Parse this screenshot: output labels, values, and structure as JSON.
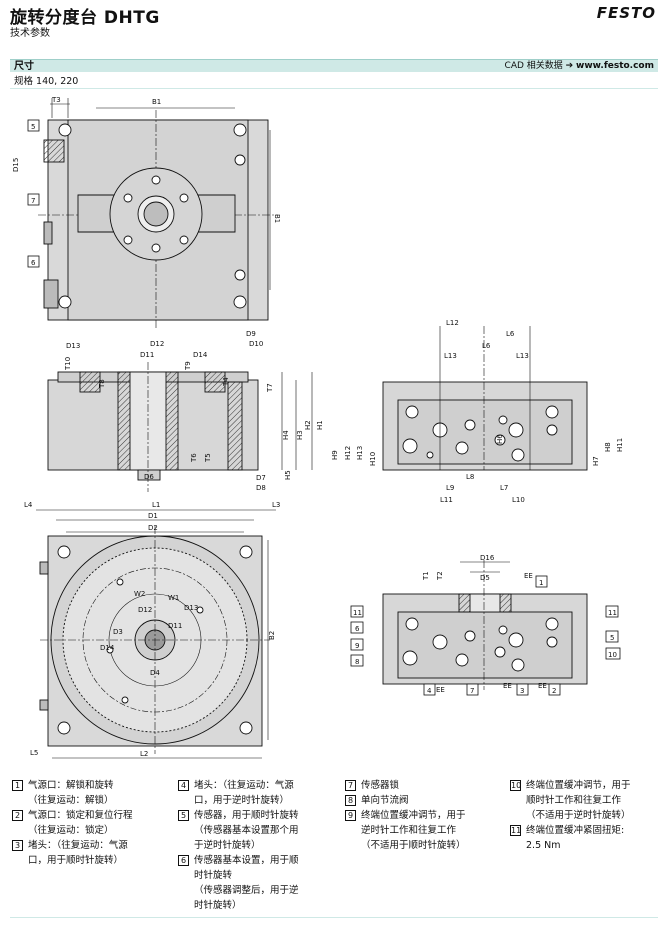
{
  "header": {
    "title": "旋转分度台 DHTG",
    "subtitle": "技术参数",
    "brand": "FESTO"
  },
  "section": {
    "title": "尺寸",
    "cad_label": "CAD 相关数据 ➔ ",
    "cad_url": "www.festo.com",
    "size_line": "规格 140, 220"
  },
  "dims": {
    "T3": "T3",
    "B1": "B1",
    "D15": "D15",
    "B1v": "B1",
    "D13": "D13",
    "D12": "D12",
    "D11": "D11",
    "D14": "D14",
    "D9": "D9",
    "D10": "D10",
    "T10": "T10",
    "T8": "T8",
    "T9": "T9",
    "T4": "T4",
    "T7": "T7",
    "T6": "T6",
    "T5": "T5",
    "D6": "D6",
    "D7": "D7",
    "D8": "D8",
    "H1": "H1",
    "H2": "H2",
    "H3": "H3",
    "H4": "H4",
    "H5": "H5",
    "L12": "L12",
    "L6": "L6",
    "L13a": "L13",
    "L13b": "L13",
    "H9": "H9",
    "H12": "H12",
    "H13": "H13",
    "H10": "H10",
    "H6": "H6",
    "H7": "H7",
    "H8": "H8",
    "H11": "H11",
    "L8": "L8",
    "L9": "L9",
    "L7": "L7",
    "L11": "L11",
    "L10": "L10",
    "L4": "L4",
    "L1": "L1",
    "L3": "L3",
    "D1": "D1",
    "D2": "D2",
    "B2": "B2",
    "L5": "L5",
    "L2": "L2",
    "W2": "W2",
    "W1": "W1",
    "D12b": "D12",
    "D13b": "D13",
    "D3": "D3",
    "D11b": "D11",
    "D14b": "D14",
    "D4": "D4",
    "D16": "D16",
    "D5": "D5",
    "EE": "EE",
    "T1": "T1",
    "T2": "T2"
  },
  "callouts": {
    "c1": "1",
    "c2": "2",
    "c3": "3",
    "c4": "4",
    "c5": "5",
    "c6": "6",
    "c7": "7",
    "c8": "8",
    "c9": "9",
    "c10": "10",
    "c11": "11"
  },
  "legend": [
    {
      "num": "1",
      "lines": [
        "气源口：解锁和旋转",
        "（往复运动：解锁）"
      ]
    },
    {
      "num": "2",
      "lines": [
        "气源口：锁定和复位行程",
        "（往复运动：锁定）"
      ]
    },
    {
      "num": "3",
      "lines": [
        "堵头：（往复运动：气源",
        "口，用于顺时针旋转）"
      ]
    },
    {
      "num": "4",
      "lines": [
        "堵头：（往复运动：气源",
        "口，用于逆时针旋转）"
      ]
    },
    {
      "num": "5",
      "lines": [
        "传感器，用于顺时针旋转",
        "（传感器基本设置那个用",
        "于逆时针旋转）"
      ]
    },
    {
      "num": "6",
      "lines": [
        "传感器基本设置，用于顺",
        "时针旋转",
        "（传感器调整后，用于逆",
        "时针旋转）"
      ]
    },
    {
      "num": "7",
      "lines": [
        "传感器锁"
      ]
    },
    {
      "num": "8",
      "lines": [
        "单向节流阀"
      ]
    },
    {
      "num": "9",
      "lines": [
        "终端位置缓冲调节，用于",
        "逆时针工作和往复工作",
        "（不适用于顺时针旋转）"
      ]
    },
    {
      "num": "10",
      "lines": [
        "终端位置缓冲调节，用于",
        "顺时针工作和往复工作",
        "（不适用于逆时针旋转）"
      ]
    },
    {
      "num": "11",
      "lines": [
        "终端位置缓冲紧固扭矩:",
        "2.5 Nm"
      ]
    }
  ]
}
